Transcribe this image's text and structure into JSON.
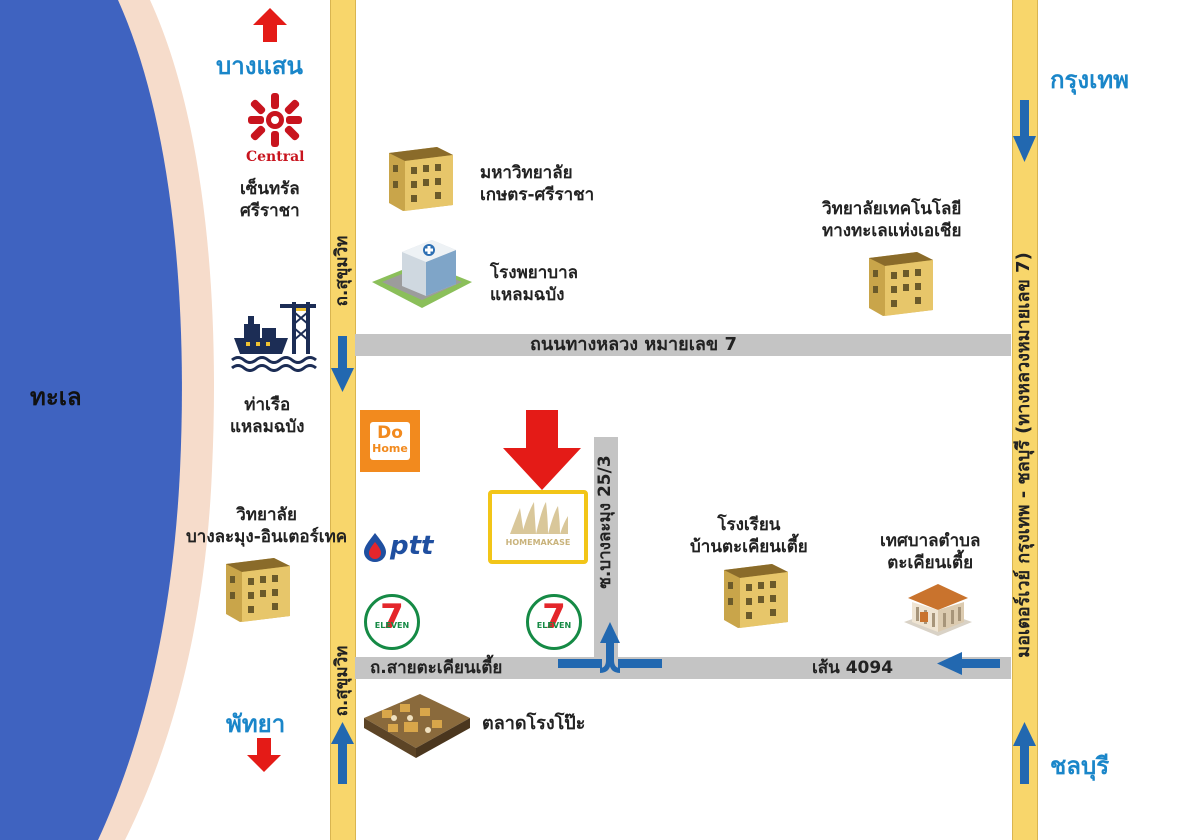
{
  "colors": {
    "sea": "#3f63c0",
    "sea_edge": "#f6dccb",
    "road_yellow": "#f8d66b",
    "road_yellow_edge": "#d9b550",
    "road_grey": "#c4c4c4",
    "arrow_blue": "#2268b0",
    "arrow_red": "#e41b17",
    "direction_text": "#1a86c9"
  },
  "sea": {
    "label": "ทะเล"
  },
  "directions": {
    "north": "บางแสน",
    "south": "พัทยา",
    "north_east": "กรุงเทพ",
    "south_east": "ชลบุรี"
  },
  "roads": {
    "sukhumvit_top": "ถ.สุขุมวิท",
    "sukhumvit_bottom": "ถ.สุขุมวิท",
    "highway7": "ถนนทางหลวง หมายเลข 7",
    "soi": "ซ.บางละมุง 25/3",
    "saitakhian": "ถ.สายตะเคียนเตี้ย",
    "route4094": "เส้น 4094",
    "motorway": "มอเตอร์เวย์ กรุงเทพ - ชลบุรี (ทางหลวงหมายเลข 7)"
  },
  "places": {
    "central_logo": "Central",
    "central": [
      "เซ็นทรัล",
      "ศรีราชา"
    ],
    "kasetsart": [
      "มหาวิทยาลัย",
      "เกษตร-ศรีราชา"
    ],
    "hospital": [
      "โรงพยาบาล",
      "แหลมฉบัง"
    ],
    "maritime": [
      "วิทยาลัยเทคโนโลยี",
      "ทางทะเลแห่งเอเชีย"
    ],
    "port": [
      "ท่าเรือ",
      "แหลมฉบัง"
    ],
    "dohome_logo": [
      "Do",
      "Home"
    ],
    "ptt_logo": "ptt",
    "eleven_logo": "ELEVEN",
    "eleven_number": "7",
    "college": [
      "วิทยาลัย",
      "บางละมุง-อินเตอร์เทค"
    ],
    "homemakase_logo": "HOMEMAKASE",
    "school": [
      "โรงเรียน",
      "บ้านตะเคียนเตี้ย"
    ],
    "municipality": [
      "เทศบาลตำบล",
      "ตะเคียนเตี้ย"
    ],
    "market": "ตลาดโรงโป๊ะ"
  },
  "icons": {
    "target": "red-down-arrow-icon",
    "building": "school-building-icon",
    "hospital": "hospital-building-icon",
    "port": "ship-crane-icon",
    "government": "government-building-icon",
    "market": "market-stall-icon"
  }
}
